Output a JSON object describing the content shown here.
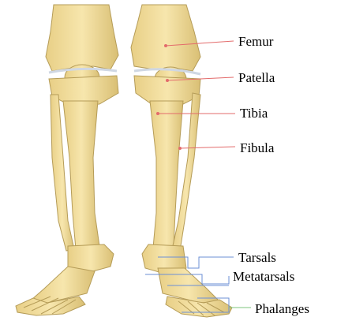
{
  "diagram": {
    "labels": {
      "femur": "Femur",
      "patella": "Patella",
      "tibia": "Tibia",
      "fibula": "Fibula",
      "tarsals": "Tarsals",
      "metatarsals": "Metatarsals",
      "phalanges": "Phalanges"
    },
    "colors": {
      "bone": "#f1dc9c",
      "bone_shade": "#c9b06a",
      "bone_outline": "#a89250",
      "leader_red": "#e36b6b",
      "leader_blue": "#6b8fd6",
      "leader_green": "#7cc47c",
      "background": "#ffffff"
    }
  }
}
